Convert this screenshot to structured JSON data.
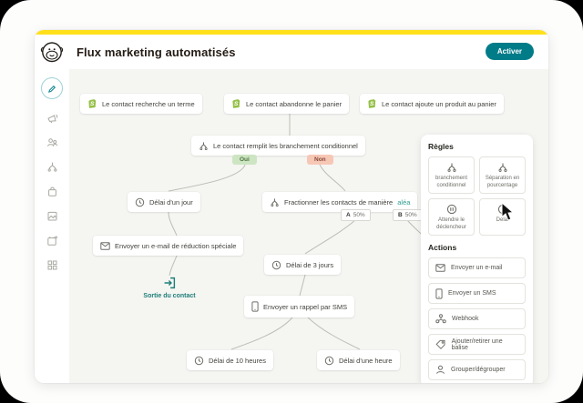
{
  "window": {
    "title": "Flux marketing automatisés",
    "activate_label": "Activer"
  },
  "sidebar": {
    "icons": [
      "pencil-icon",
      "megaphone-icon",
      "audience-icon",
      "automation-split-icon",
      "shopping-bag-icon",
      "image-icon",
      "calendar-add-icon",
      "apps-grid-icon"
    ]
  },
  "flow": {
    "triggers": [
      {
        "label": "Le contact recherche un terme"
      },
      {
        "label": "Le contact abandonne le panier"
      },
      {
        "label": "Le contact ajoute un produit au panier"
      }
    ],
    "conditional": {
      "label": "Le contact remplit les branchement conditionnel",
      "yes_label": "Oui",
      "no_label": "Non"
    },
    "delay_one_day": {
      "label": "Délai d'un jour"
    },
    "random_split": {
      "label": "Fractionner les contacts de manière ",
      "label_accent": "aléa",
      "branch_a": "A",
      "branch_a_value": "50%",
      "branch_b": "B",
      "branch_b_value": "50%"
    },
    "discount_email": {
      "label": "Envoyer un e-mail de réduction spéciale"
    },
    "contact_exit": {
      "label": "Sortie du contact"
    },
    "delay_three_days": {
      "label": "Délai de 3 jours"
    },
    "sms_reminder": {
      "label": "Envoyer un rappel par SMS"
    },
    "delay_ten_hours": {
      "label": "Délai de 10 heures"
    },
    "delay_one_hour": {
      "label": "Délai d'une heure"
    }
  },
  "panel": {
    "rules_title": "Règles",
    "rules": [
      {
        "label": "branchement conditionnel",
        "icon": "split-icon"
      },
      {
        "label": "Séparation en pourcentage",
        "icon": "split-icon"
      },
      {
        "label": "Attendre le déclencheur",
        "icon": "pause-icon"
      },
      {
        "label": "Délai",
        "icon": "clock-icon"
      }
    ],
    "actions_title": "Actions",
    "actions": [
      {
        "label": "Envoyer un e-mail",
        "icon": "mail-icon"
      },
      {
        "label": "Envoyer un SMS",
        "icon": "phone-icon"
      },
      {
        "label": "Webhook",
        "icon": "webhook-icon"
      },
      {
        "label": "Ajouter/retirer une balise",
        "icon": "tag-icon"
      },
      {
        "label": "Grouper/dégrouper",
        "icon": "person-icon"
      }
    ]
  },
  "colors": {
    "brand_yellow": "#ffe01b",
    "accent_teal": "#007c89",
    "shopify_green": "#95bf47",
    "yes_bg": "#cde5c3",
    "no_bg": "#f7c7b5",
    "canvas_bg": "#f5f5f2",
    "exit_teal": "#1f7e79"
  }
}
